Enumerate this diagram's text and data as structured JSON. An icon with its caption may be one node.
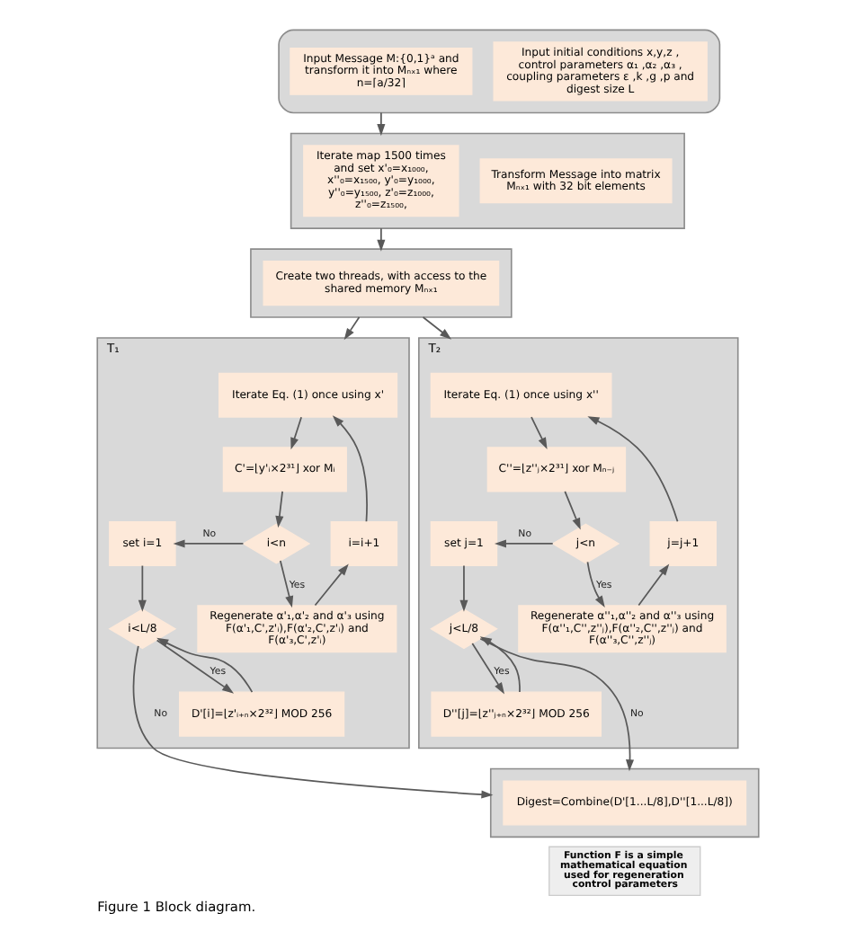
{
  "diagram": {
    "caption": "Figure 1 Block diagram.",
    "nodes": [
      {
        "text": [],
        "shape": "box"
      },
      {
        "text": [
          "Input Message M:{0,1}ᵃ and transform it into Mₙₓ₁ where n=⌈a/32⌉"
        ],
        "in": 0
      },
      {
        "text": [
          "Input initial conditions x,y,z , control parameters α₁ ,α₂ ,α₃ , coupling parameters ε ,k ,g ,p and digest size L"
        ],
        "in": 0
      },
      {
        "text": [],
        "shape": "box"
      },
      {
        "text": [
          "Iterate map 1500 times and set x'₀=x₁₀₀₀, x''₀=x₁₅₀₀, y'₀=y₁₀₀₀, y''₀=y₁₅₀₀, z'₀=z₁₀₀₀, z''₀=z₁₅₀₀,"
        ],
        "in": 3
      },
      {
        "text": [
          "Transform Message into matrix Mₙₓ₁ with 32 bit elements"
        ],
        "in": 3
      },
      {
        "text": [],
        "shape": "box"
      },
      {
        "text": [
          "Create two threads, with access to the shared memory Mₙₓ₁"
        ],
        "in": 6
      },
      {
        "text": [
          "T₁"
        ]
      },
      {
        "text": [
          "Iterate Eq. (1) once using x'"
        ],
        "in": 8
      },
      {
        "text": [
          "C'=⌊y'ᵢ×2³¹⌋ xor Mᵢ"
        ],
        "in": 8
      },
      {
        "text": [
          "i<n"
        ],
        "in": 8
      },
      {
        "text": [
          "set i=1"
        ],
        "in": 8
      },
      {
        "text": [
          "i=i+1"
        ],
        "in": 8
      },
      {
        "text": [
          "Regenerate α'₁,α'₂ and α'₃ using F(α'₁,C',z'ᵢ),F(α'₂,C',z'ᵢ) and F(α'₃,C',z'ᵢ)"
        ],
        "in": 8
      },
      {
        "text": [
          "i<L/8"
        ],
        "in": 8
      },
      {
        "text": [
          "D'[i]=⌊z'ᵢ₊ₙ×2³²⌋ MOD 256"
        ],
        "in": 8
      },
      {
        "text": [
          "T₂"
        ]
      },
      {
        "text": [
          "Iterate Eq. (1) once using x''"
        ],
        "in": 17
      },
      {
        "text": [
          "C''=⌊z''ⱼ×2³¹⌋ xor Mₙ₋ⱼ"
        ],
        "in": 17
      },
      {
        "text": [
          "j<n"
        ],
        "in": 17
      },
      {
        "text": [
          "set j=1"
        ],
        "in": 17
      },
      {
        "text": [
          "j=j+1"
        ],
        "in": 17
      },
      {
        "text": [
          "Regenerate α''₁,α''₂ and α''₃ using F(α''₁,C'',z''ⱼ),F(α''₂,C'',z''ⱼ) and F(α''₃,C'',z''ⱼ)"
        ],
        "in": 17
      },
      {
        "text": [
          "j<L/8"
        ],
        "in": 17
      },
      {
        "text": [
          "D''[j]=⌊z''ⱼ₊ₙ×2³²⌋ MOD 256"
        ],
        "in": 17
      },
      {
        "text": [],
        "shape": "box"
      },
      {
        "text": [
          "Digest=Combine(D'[1...L/8],D''[1...L/8])"
        ],
        "in": 26
      },
      {
        "text": [
          "Function F is a simple mathematical equation used for regeneration control parameters"
        ]
      }
    ],
    "edges": [
      {
        "from": 0,
        "to": 3,
        "arrow": "to"
      },
      {
        "from": 3,
        "to": 6,
        "arrow": "to"
      },
      {
        "from": 6,
        "to": 8,
        "arrow": "to"
      },
      {
        "from": 6,
        "to": 17,
        "arrow": "to"
      },
      {
        "from": 9,
        "to": 10,
        "arrow": "to"
      },
      {
        "from": 10,
        "to": 11,
        "arrow": "to"
      },
      {
        "from": 11,
        "to": 12,
        "arrow": "to",
        "label": "No"
      },
      {
        "from": 11,
        "to": 14,
        "arrow": "to",
        "label": "Yes"
      },
      {
        "from": 14,
        "to": 13,
        "arrow": "to"
      },
      {
        "from": 13,
        "to": 9,
        "arrow": "to"
      },
      {
        "from": 12,
        "to": 15,
        "arrow": "to"
      },
      {
        "from": 15,
        "to": 16,
        "arrow": "to",
        "label": "Yes"
      },
      {
        "from": 16,
        "to": 15,
        "arrow": "to"
      },
      {
        "from": 15,
        "to": 26,
        "arrow": "to",
        "label": "No"
      },
      {
        "from": 18,
        "to": 19,
        "arrow": "to"
      },
      {
        "from": 19,
        "to": 20,
        "arrow": "to"
      },
      {
        "from": 20,
        "to": 21,
        "arrow": "to",
        "label": "No"
      },
      {
        "from": 20,
        "to": 23,
        "arrow": "to",
        "label": "Yes"
      },
      {
        "from": 23,
        "to": 22,
        "arrow": "to"
      },
      {
        "from": 22,
        "to": 18,
        "arrow": "to"
      },
      {
        "from": 21,
        "to": 24,
        "arrow": "to"
      },
      {
        "from": 24,
        "to": 25,
        "arrow": "to",
        "label": "Yes"
      },
      {
        "from": 25,
        "to": 24,
        "arrow": "to"
      },
      {
        "from": 24,
        "to": 26,
        "arrow": "to",
        "label": "No"
      }
    ]
  }
}
